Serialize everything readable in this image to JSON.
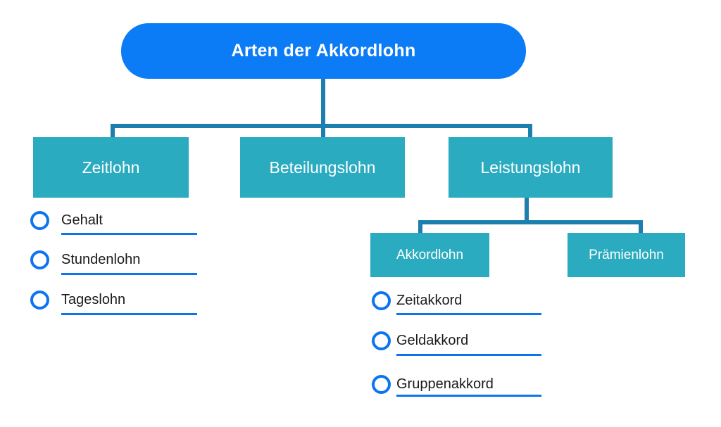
{
  "diagram": {
    "title": "Arten der Akkordlohn",
    "root": {
      "label": "Arten der Akkordlohn"
    },
    "level1": [
      {
        "label": "Zeitlohn"
      },
      {
        "label": "Beteilungslohn"
      },
      {
        "label": "Leistungslohn"
      }
    ],
    "level2": [
      {
        "label": "Akkordlohn"
      },
      {
        "label": "Prämienlohn"
      }
    ],
    "zeitlohn_items": [
      "Gehalt",
      "Stundenlohn",
      "Tageslohn"
    ],
    "akkordlohn_items": [
      "Zeitakkord",
      "Geldakkord",
      "Gruppenakkord"
    ],
    "colors": {
      "root_fill": "#0b7cf5",
      "node_fill": "#2aabc0",
      "connector": "#1d7fad",
      "bullet_and_underline": "#0d74f0",
      "node_text": "#ffffff",
      "list_text": "#1b1b1b",
      "background": "#ffffff"
    }
  }
}
